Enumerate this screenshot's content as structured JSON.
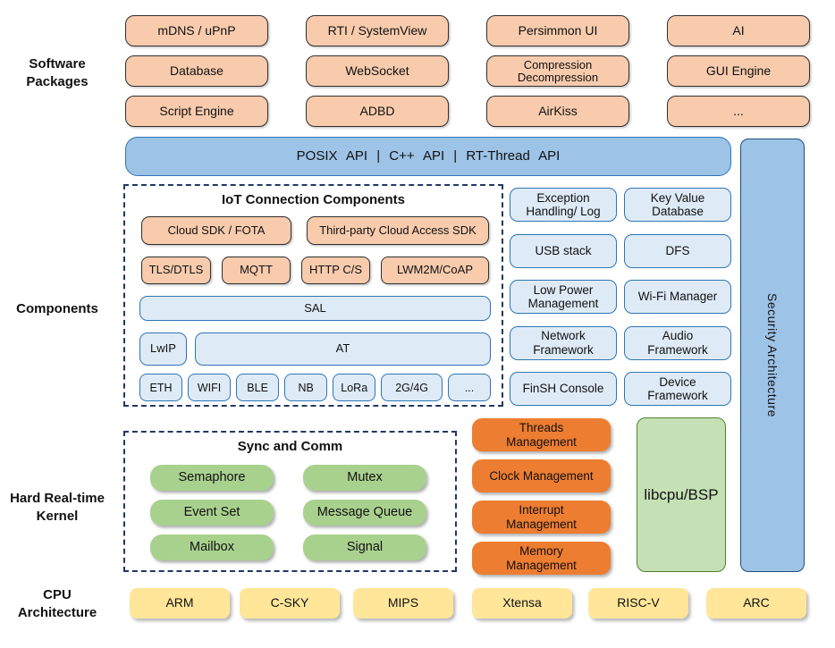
{
  "colors": {
    "peach_fill": "#F8CBAD",
    "orange_fill": "#ED7D31",
    "blue_fill": "#9DC3E6",
    "light_blue_fill": "#DEEBF7",
    "green_fill": "#A9D18E",
    "light_green_fill": "#C5E0B4",
    "yellow_fill": "#FFE699",
    "dash_border": "#1F3864",
    "blue_border": "#2E75B6"
  },
  "labels": {
    "software_packages": "Software\nPackages",
    "components": "Components",
    "kernel": "Hard Real-time\nKernel",
    "cpu": "CPU\nArchitecture"
  },
  "software_packages": {
    "boxes": [
      "mDNS / uPnP",
      "RTI / SystemView",
      "Persimmon UI",
      "AI",
      "Database",
      "WebSocket",
      "Compression\nDecompression",
      "GUI Engine",
      "Script Engine",
      "ADBD",
      "AirKiss",
      "..."
    ]
  },
  "api_bar": {
    "label": "POSIX API | C++ API | RT-Thread API"
  },
  "iot": {
    "title": "IoT Connection Components",
    "cloud_row": [
      "Cloud SDK / FOTA",
      "Third-party Cloud Access SDK"
    ],
    "protocol_row": [
      "TLS/DTLS",
      "MQTT",
      "HTTP C/S",
      "LWM2M/CoAP"
    ],
    "sal": "SAL",
    "lwip": "LwIP",
    "at": "AT",
    "link_row": [
      "ETH",
      "WIFI",
      "BLE",
      "NB",
      "LoRa",
      "2G/4G",
      "..."
    ]
  },
  "framework": {
    "boxes": [
      "Exception\nHandling/ Log",
      "Key Value\nDatabase",
      "USB stack",
      "DFS",
      "Low Power\nManagement",
      "Wi-Fi Manager",
      "Network\nFramework",
      "Audio\nFramework",
      "FinSH Console",
      "Device\nFramework"
    ]
  },
  "security": {
    "label": "Security Architecture"
  },
  "kernel": {
    "title": "Sync and Comm",
    "sync_boxes": [
      "Semaphore",
      "Mutex",
      "Event Set",
      "Message Queue",
      "Mailbox",
      "Signal"
    ],
    "mgmt_boxes": [
      "Threads\nManagement",
      "Clock Management",
      "Interrupt\nManagement",
      "Memory\nManagement"
    ],
    "libcpu": "libcpu/BSP"
  },
  "cpu": {
    "boxes": [
      "ARM",
      "C-SKY",
      "MIPS",
      "Xtensa",
      "RISC-V",
      "ARC"
    ]
  }
}
